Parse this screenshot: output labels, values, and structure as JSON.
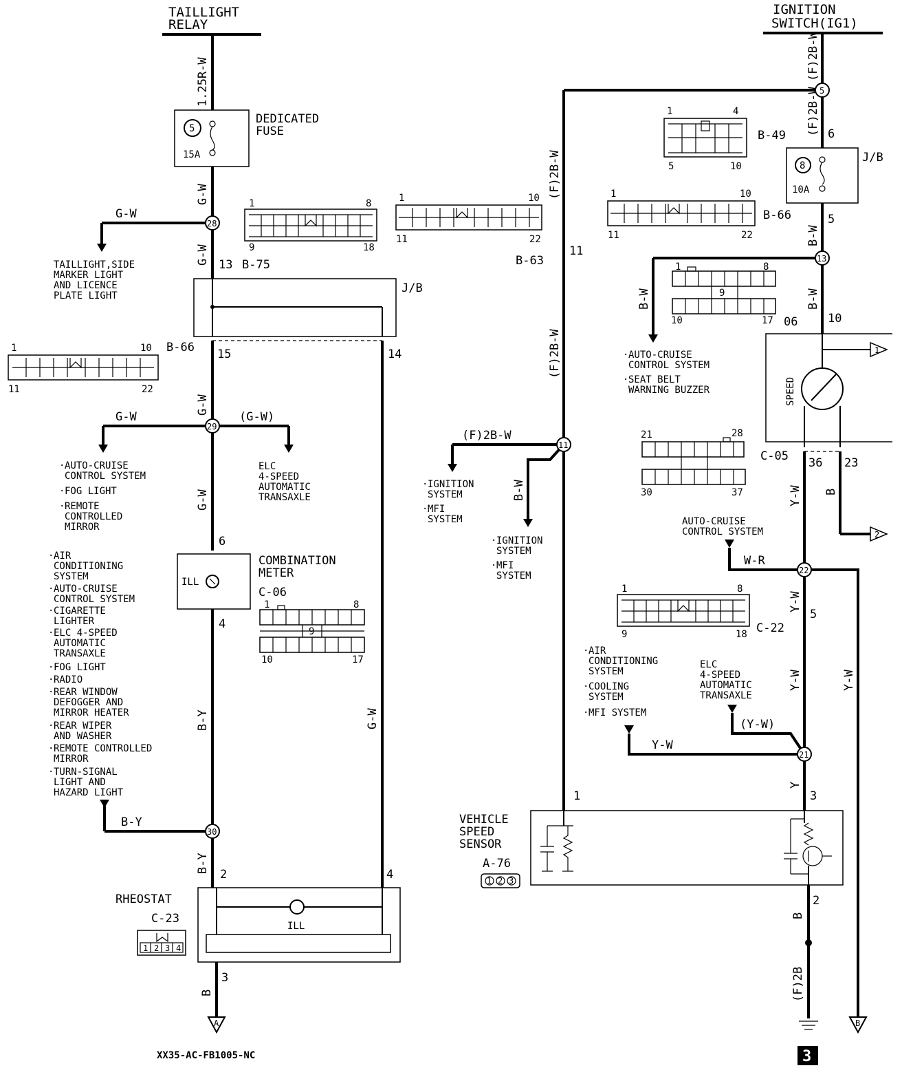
{
  "title_left": [
    "TAILLIGHT",
    "RELAY"
  ],
  "title_right": [
    "IGNITION",
    "SWITCH(IG1)"
  ],
  "fuse_left": {
    "number": "5",
    "rating": "15A",
    "label": [
      "DEDICATED",
      "FUSE"
    ]
  },
  "fuse_right": {
    "number": "8",
    "rating": "10A",
    "label": "J/B"
  },
  "wires": {
    "r125": "1.25R-W",
    "gw": "G-W",
    "gw_paren": "(G-W)",
    "by": "B-Y",
    "b": "B",
    "f2bw": "(F)2B-W",
    "bw": "B-W",
    "yw": "Y-W",
    "yw_paren": "(Y-W)",
    "wr": "W-R",
    "y": "Y",
    "f2b": "(F)2B"
  },
  "junctions": {
    "j28": "28",
    "j29": "29",
    "j30": "30",
    "j5": "5",
    "j13": "13",
    "j11": "11",
    "j22": "22",
    "j21": "21"
  },
  "connectors": {
    "b75": "B-75",
    "jb": "J/B",
    "b66": "B-66",
    "b63": "B-63",
    "b49": "B-49",
    "c06": "C-06",
    "c05": "C-05",
    "c22": "C-22",
    "c23": "C-23",
    "a76": "A-76",
    "o6": "06"
  },
  "pins": {
    "p13": "13",
    "p15": "15",
    "p14": "14",
    "p6": "6",
    "p4": "4",
    "p2": "2",
    "p3": "3",
    "p11": "11",
    "p5": "5",
    "p10": "10",
    "p36": "36",
    "p23": "23",
    "p1": "1"
  },
  "connector_numbers": {
    "n1": "1",
    "n4": "4",
    "n5": "5",
    "n8": "8",
    "n9": "9",
    "n10": "10",
    "n11": "11",
    "n17": "17",
    "n18": "18",
    "n21": "21",
    "n22": "22",
    "n28": "28",
    "n30": "30",
    "n37": "37"
  },
  "branch_left_top": [
    "TAILLIGHT,SIDE",
    "MARKER LIGHT",
    "AND LICENCE",
    "PLATE LIGHT"
  ],
  "branch_29_left": {
    "bullet1": [
      "AUTO-CRUISE",
      "CONTROL SYSTEM"
    ],
    "bullet2": "FOG LIGHT",
    "bullet3": [
      "REMOTE",
      "CONTROLLED",
      "MIRROR"
    ]
  },
  "branch_29_right": [
    "ELC",
    "4-SPEED",
    "AUTOMATIC",
    "TRANSAXLE"
  ],
  "combination_meter": {
    "label": [
      "COMBINATION",
      "METER"
    ],
    "ill": "ILL"
  },
  "branch_30": {
    "item1": [
      "AIR",
      "CONDITIONING",
      "SYSTEM"
    ],
    "item2": [
      "AUTO-CRUISE",
      "CONTROL SYSTEM"
    ],
    "item3": [
      "CIGARETTE",
      "LIGHTER"
    ],
    "item4": [
      "ELC 4-SPEED",
      "AUTOMATIC",
      "TRANSAXLE"
    ],
    "item5": "FOG LIGHT",
    "item6": "RADIO",
    "item7": [
      "REAR WINDOW",
      "DEFOGGER AND",
      "MIRROR HEATER"
    ],
    "item8": [
      "REAR WIPER",
      "AND WASHER"
    ],
    "item9": [
      "REMOTE CONTROLLED",
      "MIRROR"
    ],
    "item10": [
      "TURN-SIGNAL",
      "LIGHT AND",
      "HAZARD LIGHT"
    ]
  },
  "rheostat": {
    "label": "RHEOSTAT",
    "ill": "ILL",
    "pins": [
      "1",
      "2",
      "3",
      "4"
    ]
  },
  "ground_a": "A",
  "ground_b": "B",
  "branch_11a": {
    "item1": [
      "IGNITION",
      "SYSTEM"
    ],
    "item2": [
      "MFI",
      "SYSTEM"
    ]
  },
  "branch_11b": {
    "item1": [
      "IGNITION",
      "SYSTEM"
    ],
    "item2": [
      "MFI",
      "SYSTEM"
    ]
  },
  "branch_13": {
    "item1": [
      "AUTO-CRUISE",
      "CONTROL SYSTEM"
    ],
    "item2": [
      "SEAT BELT",
      "WARNING BUZZER"
    ]
  },
  "speed": "SPEED",
  "branch_22": [
    "AUTO-CRUISE",
    "CONTROL SYSTEM"
  ],
  "branch_21_left": {
    "item1": [
      "AIR",
      "CONDITIONING",
      "SYSTEM"
    ],
    "item2": [
      "COOLING",
      "SYSTEM"
    ],
    "item3": "MFI SYSTEM"
  },
  "branch_21_right": [
    "ELC",
    "4-SPEED",
    "AUTOMATIC",
    "TRANSAXLE"
  ],
  "vss": {
    "label": [
      "VEHICLE",
      "SPEED",
      "SENSOR"
    ],
    "pins": [
      "1",
      "2",
      "3"
    ]
  },
  "off_page": {
    "o1": "1",
    "o2": "2"
  },
  "footer_code": "XX35-AC-FB1005-NC",
  "page_badge": "3"
}
